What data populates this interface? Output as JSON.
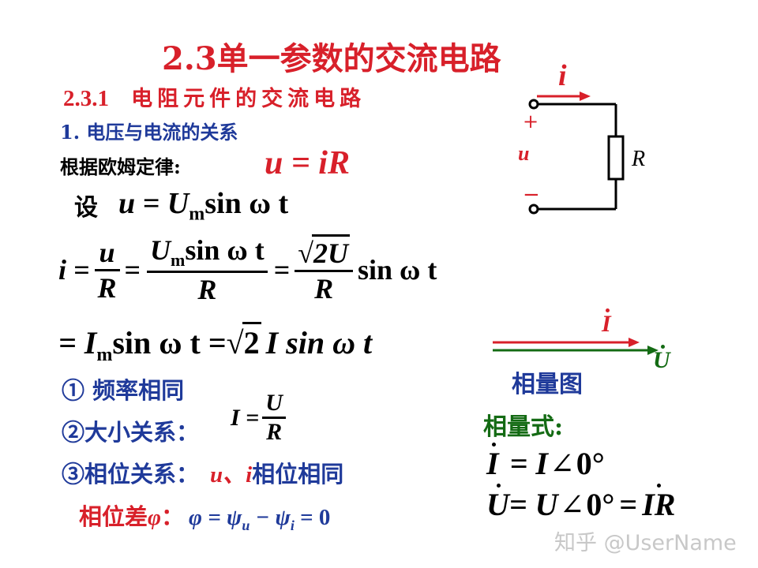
{
  "title": "2.3单一参数的交流电路",
  "subtitle": {
    "number": "2.3.1",
    "text": "电阻元件的交流电路"
  },
  "section1": "1. 电压与电流的关系",
  "ohm_label": "根据欧姆定律:",
  "ohm_formula": "u = iR",
  "set_label": "设",
  "u_formula": {
    "a": "u = U",
    "sub": "m",
    "b": "sin ω t"
  },
  "eq_i": {
    "lhs": "i =",
    "u": "u",
    "R1": "R",
    "eq2": "=",
    "Um": "U",
    "m": "m",
    "sinwt": "sin ω t",
    "R2": "R",
    "eq3": "=",
    "sqrt2U": "2U",
    "R3": "R",
    "tail": "sin ω t"
  },
  "eq_im": {
    "eq": "= I",
    "m": "m",
    "mid": "sin ω t =",
    "sqrt2": "2",
    "tail": "I sin ω t"
  },
  "item1": "① 频率相同",
  "item2": "②大小关系：",
  "item2_formula": {
    "lhs": "I =",
    "num": "U",
    "den": "R"
  },
  "item3": "③相位关系：",
  "item3_vars": "u、i",
  "item3_tail": "相位相同",
  "phase_diff": {
    "label": "相位差",
    "phi": "φ",
    "colon": "：",
    "formula": "φ = ψ",
    "u": "u",
    "minus": " − ψ",
    "i": "i",
    "end": " = 0"
  },
  "circuit": {
    "current": "i",
    "plus": "+",
    "voltage": "u",
    "minus": "−",
    "resistor": "R"
  },
  "phasor": {
    "I_label": "I",
    "U_label": "U",
    "caption": "相量图"
  },
  "phasor_form_label": "相量式:",
  "phasor_I": {
    "lhs": "I",
    "eq": "= I",
    "angle": "0°"
  },
  "phasor_U": {
    "lhs": "U",
    "eq": "= U",
    "angle": "0°",
    "rhs_eq": "=",
    "rhs": "IR"
  },
  "watermark": "知乎 @UserName",
  "colors": {
    "red": "#d8202a",
    "blue": "#1f3a9a",
    "green": "#146b14",
    "black": "#000000"
  }
}
